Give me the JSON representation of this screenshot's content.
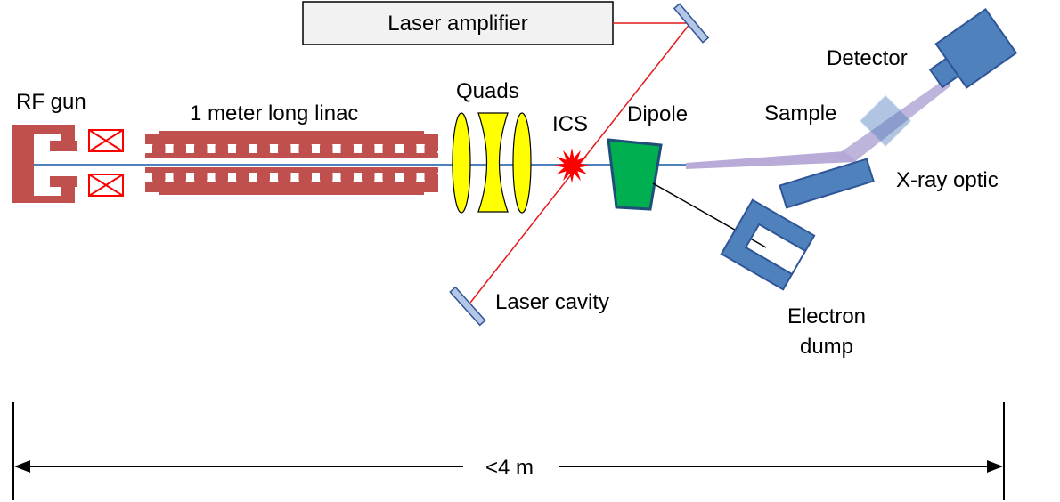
{
  "labels": {
    "laser_amplifier": "Laser amplifier",
    "detector": "Detector",
    "rf_gun": "RF gun",
    "linac": "1 meter long linac",
    "quads": "Quads",
    "ics": "ICS",
    "dipole": "Dipole",
    "sample": "Sample",
    "xray_optic": "X-ray optic",
    "laser_cavity": "Laser cavity",
    "electron_dump_line1": "Electron",
    "electron_dump_line2": "dump",
    "length": "<4 m"
  },
  "colors": {
    "rf_structure": "#c0504d",
    "coil": "#ff0000",
    "beam": "#4f81bd",
    "quad": "#ffff00",
    "ics_star": "#ff0000",
    "laser": "#e31a1c",
    "dipole": "#00b050",
    "dipole_border": "#1f4e79",
    "blue_part": "#4f81bd",
    "blue_border": "#2f5597",
    "xray": "#b4a7d6",
    "mirror": "#b4c7e7",
    "amplifier_box": "#f2f2f2"
  },
  "icons": [
    "rf-gun-icon",
    "coil-icon",
    "linac-icon",
    "quad-lens-icon",
    "ics-star-icon",
    "mirror-icon",
    "dipole-icon",
    "detector-icon",
    "sample-icon",
    "xray-optic-icon",
    "electron-dump-icon"
  ]
}
